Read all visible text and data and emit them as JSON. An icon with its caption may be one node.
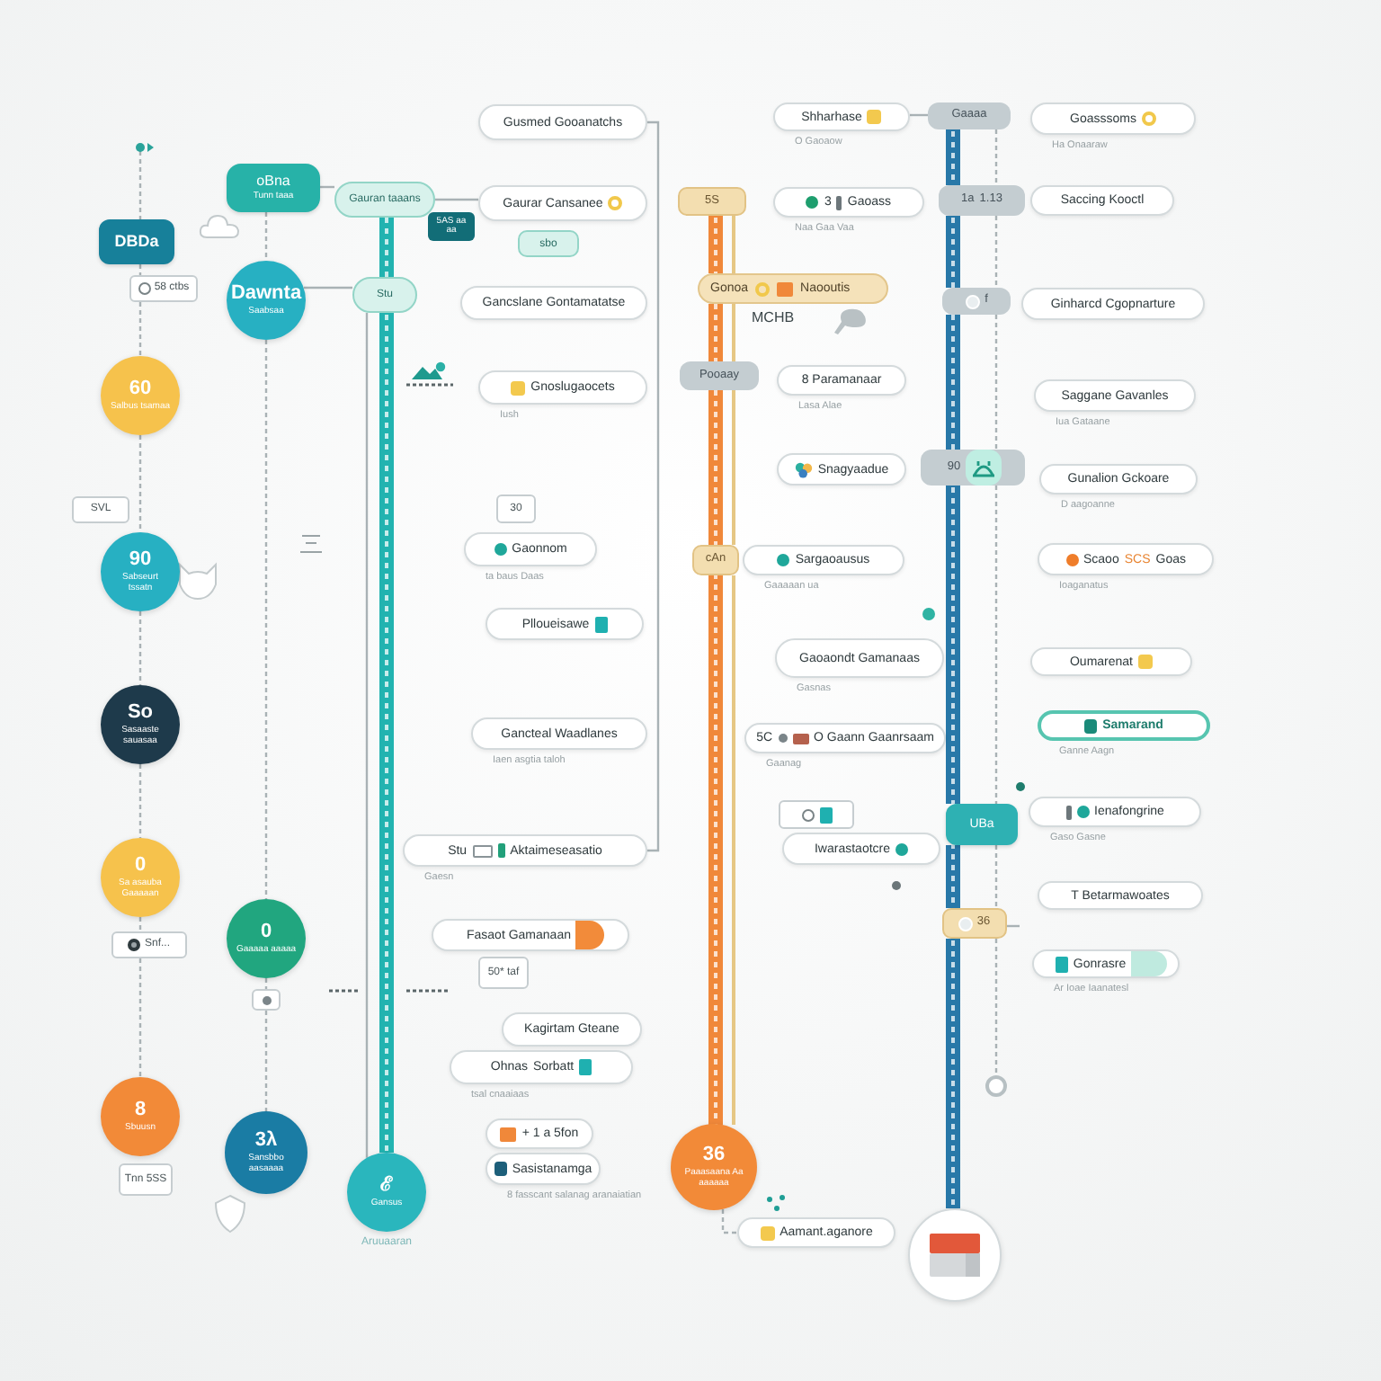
{
  "diagram": {
    "nodes": [
      {
        "text": [
          "DBDa"
        ]
      },
      {
        "text": [
          "58 ctbs"
        ]
      },
      {
        "text": [
          "60",
          "Salbus tsamaa"
        ]
      },
      {
        "text": [
          "SVL"
        ]
      },
      {
        "text": [
          "90",
          "Sabseurt tssatn"
        ]
      },
      {
        "text": [
          "So",
          "Sasaaste sauasaa"
        ]
      },
      {
        "text": [
          "0",
          "Sa asauba Gaaaaan"
        ]
      },
      {
        "text": [
          "Snf..."
        ]
      },
      {
        "text": [
          "8",
          "Sbuusn"
        ]
      },
      {
        "text": [
          "Tnn 5SS"
        ]
      },
      {
        "text": [
          "oBna",
          "Tunn taaa"
        ]
      },
      {
        "text": [
          "Dawnta",
          "Saabsaa"
        ]
      },
      {
        "text": [
          "0",
          "Gaaaaa aaaaa"
        ]
      },
      {
        "text": [],
        "shape": "box"
      },
      {
        "text": [
          "3λ",
          "Sansbbo aasaaaa"
        ]
      },
      {
        "text": [
          "Gauran taaans"
        ]
      },
      {
        "text": [
          "5AS aa aa"
        ]
      },
      {
        "text": [
          "Stu"
        ]
      },
      {
        "text": [
          "ℰ",
          "Gansus"
        ],
        "beside": [
          "Aruuaaran"
        ]
      },
      {
        "text": [
          "Gusmed Gooanatchs"
        ]
      },
      {
        "text": [
          "Gaurar Cansanee"
        ]
      },
      {
        "text": [
          "sbo"
        ]
      },
      {
        "text": [
          "Gancslane Gontamatatse"
        ]
      },
      {
        "text": [
          "Gnoslugaocets"
        ],
        "beside": [
          "Iush"
        ]
      },
      {
        "text": [
          "30"
        ]
      },
      {
        "text": [
          "Gaonnom"
        ],
        "beside": [
          "ta baus Daas"
        ]
      },
      {
        "text": [
          "Plloueisawe"
        ]
      },
      {
        "text": [
          "Gancteal Waadlanes"
        ],
        "beside": [
          "Iaen asgtia taloh"
        ]
      },
      {
        "text": [
          "Stu",
          "Aktaimeseasatio"
        ],
        "beside": [
          "Gaesn"
        ]
      },
      {
        "text": [
          "Fasaot Gamanaan"
        ]
      },
      {
        "text": [
          "50* taf"
        ]
      },
      {
        "text": [
          "Kagirtam Gteane"
        ]
      },
      {
        "text": [
          "Ohnas",
          "Sorbatt"
        ],
        "beside": [
          "tsal cnaaiaas"
        ]
      },
      {
        "text": [
          "+ 1 a 5fon"
        ]
      },
      {
        "text": [
          "Sasistanamga"
        ],
        "beside": [
          "8 fasscant salanag aranaiatian"
        ]
      },
      {
        "text": [
          "5S"
        ]
      },
      {
        "text": [
          "Gonoa",
          "Naooutis"
        ],
        "beside": [
          "MCHB"
        ]
      },
      {
        "text": [
          "Pooaay"
        ]
      },
      {
        "text": [
          "cAn"
        ]
      },
      {
        "text": [
          "Sargaoausus"
        ],
        "beside": [
          "Gaaaaan ua"
        ]
      },
      {
        "text": [
          "Shharhase"
        ],
        "beside": [
          "O Gaoaow"
        ]
      },
      {
        "text": [
          "3",
          "Gaoass"
        ],
        "beside": [
          "Naa Gaa Vaa"
        ]
      },
      {
        "text": [
          "8 Paramanaar"
        ],
        "beside": [
          "Lasa Alae"
        ]
      },
      {
        "text": [
          "Snagyaadue"
        ]
      },
      {
        "text": [
          "Gaoaondt Gamanaas"
        ],
        "beside": [
          "Gasnas"
        ]
      },
      {
        "text": [
          "5C",
          "O Gaann Gaanrsaam"
        ],
        "beside": [
          "Gaanag"
        ]
      },
      {
        "text": [],
        "shape": "box"
      },
      {
        "text": [
          "Iwarastaotcre"
        ]
      },
      {
        "text": [
          "36",
          "Paaasaana Aa aaaaaa"
        ]
      },
      {
        "text": [
          "Aamant.aganore"
        ]
      },
      {
        "text": [
          "Gaaaa"
        ]
      },
      {
        "text": [
          "1a",
          "1.13"
        ]
      },
      {
        "text": [
          "f"
        ]
      },
      {
        "text": [
          "90"
        ]
      },
      {
        "text": [
          "UBa"
        ]
      },
      {
        "text": [
          "36"
        ]
      },
      {
        "text": [],
        "shape": "circle"
      },
      {
        "text": [],
        "shape": "circle"
      },
      {
        "text": [
          "Goasssoms"
        ],
        "beside": [
          "Ha Onaaraw"
        ]
      },
      {
        "text": [
          "Saccing Kooctl"
        ]
      },
      {
        "text": [
          "Ginharcd Cgopnarture"
        ]
      },
      {
        "text": [
          "Saggane Gavanles"
        ],
        "beside": [
          "Iua Gataane"
        ]
      },
      {
        "text": [
          "Gunalion Gckoare"
        ],
        "beside": [
          "D aagoanne"
        ]
      },
      {
        "text": [
          "Scaoo",
          "SCS",
          "Goas"
        ],
        "beside": [
          "Ioaganatus"
        ]
      },
      {
        "text": [
          "Oumarenat"
        ]
      },
      {
        "text": [
          "Samarand"
        ],
        "beside": [
          "Ganne Aagn"
        ]
      },
      {
        "text": [
          "Ienafongrine"
        ],
        "beside": [
          "Gaso Gasne"
        ]
      },
      {
        "text": [
          "T Betarmawoates"
        ]
      },
      {
        "text": [
          "Gonrasre"
        ],
        "beside": [
          "Ar Ioae Iaanatesl"
        ]
      }
    ],
    "edges": [
      {
        "from": null,
        "to": 0,
        "arrow": "none",
        "style": "dashed"
      },
      {
        "from": 0,
        "to": 1,
        "arrow": "none",
        "style": "dashed"
      },
      {
        "from": 1,
        "to": 2,
        "arrow": "none",
        "style": "dashed"
      },
      {
        "from": 2,
        "to": 4,
        "arrow": "none",
        "style": "dashed"
      },
      {
        "from": 4,
        "to": 5,
        "arrow": "none",
        "style": "dashed"
      },
      {
        "from": 5,
        "to": 6,
        "arrow": "none",
        "style": "dashed"
      },
      {
        "from": 6,
        "to": 7,
        "arrow": "none",
        "style": "dashed"
      },
      {
        "from": 7,
        "to": 8,
        "arrow": "none",
        "style": "dashed"
      },
      {
        "from": 10,
        "to": 11,
        "arrow": "none",
        "style": "dashed"
      },
      {
        "from": 11,
        "to": 12,
        "arrow": "none",
        "style": "dashed"
      },
      {
        "from": 12,
        "to": 13,
        "arrow": "none",
        "style": "dashed"
      },
      {
        "from": 13,
        "to": 14,
        "arrow": "none",
        "style": "dashed"
      },
      {
        "from": 10,
        "to": 15,
        "arrow": "none"
      },
      {
        "from": 11,
        "to": 17,
        "arrow": "none"
      },
      {
        "from": 15,
        "to": 20,
        "arrow": "none"
      },
      {
        "from": 15,
        "to": 17,
        "arrow": "none",
        "style": "thick",
        "color": "#22b3b0"
      },
      {
        "from": 17,
        "to": 18,
        "arrow": "none",
        "style": "thick",
        "color": "#22b3b0"
      },
      {
        "from": 17,
        "to": 18,
        "arrow": "none"
      },
      {
        "from": 19,
        "to": 28,
        "arrow": "none"
      },
      {
        "from": 40,
        "to": 50,
        "arrow": "none"
      },
      {
        "from": 35,
        "to": 36,
        "arrow": "none",
        "style": "thick",
        "color": "#f0883a"
      },
      {
        "from": 36,
        "to": 37,
        "arrow": "none",
        "style": "thick",
        "color": "#f0883a"
      },
      {
        "from": 37,
        "to": 38,
        "arrow": "none",
        "style": "thick",
        "color": "#f0883a"
      },
      {
        "from": 38,
        "to": 48,
        "arrow": "none",
        "style": "thick",
        "color": "#f0883a"
      },
      {
        "from": 48,
        "to": 49,
        "arrow": "none",
        "style": "dashed"
      },
      {
        "from": 50,
        "to": 51,
        "arrow": "none",
        "style": "thick",
        "color": "#2878a8"
      },
      {
        "from": 51,
        "to": 52,
        "arrow": "none",
        "style": "thick",
        "color": "#2878a8"
      },
      {
        "from": 52,
        "to": 53,
        "arrow": "none",
        "style": "thick",
        "color": "#2878a8"
      },
      {
        "from": 53,
        "to": 54,
        "arrow": "none",
        "style": "thick",
        "color": "#2878a8"
      },
      {
        "from": 54,
        "to": 55,
        "arrow": "none",
        "style": "thick",
        "color": "#2878a8"
      },
      {
        "from": 55,
        "to": 57,
        "arrow": "none",
        "style": "thick",
        "color": "#2878a8"
      },
      {
        "from": 50,
        "to": 51,
        "arrow": "none",
        "style": "dashed"
      },
      {
        "from": 51,
        "to": 52,
        "arrow": "none",
        "style": "dashed"
      },
      {
        "from": 52,
        "to": 53,
        "arrow": "none",
        "style": "dashed"
      },
      {
        "from": 53,
        "to": 54,
        "arrow": "none",
        "style": "dashed"
      },
      {
        "from": 54,
        "to": 55,
        "arrow": "none",
        "style": "dashed"
      },
      {
        "from": 55,
        "to": 56,
        "arrow": "none",
        "style": "dashed"
      },
      {
        "from": 55,
        "to": null,
        "arrow": "none"
      }
    ]
  }
}
